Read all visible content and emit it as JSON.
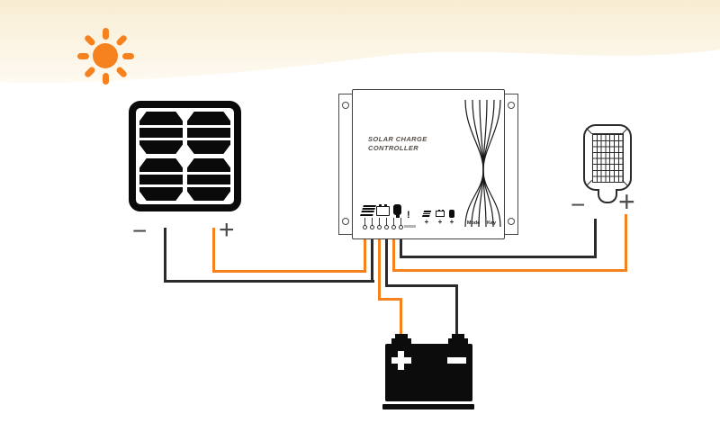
{
  "controller": {
    "title_line1": "SOLAR CHARGE",
    "title_line2": "CONTROLLER",
    "mode_label": "Mode",
    "key_label": "Key",
    "warning_symbol": "!",
    "port_plus": [
      "+",
      "+",
      "+"
    ]
  },
  "solar_panel": {
    "minus_symbol": "−",
    "plus_symbol": "+"
  },
  "street_light": {
    "minus_symbol": "−",
    "plus_symbol": "+"
  },
  "battery": {
    "plus_symbol": "+",
    "minus_symbol": "−"
  },
  "colors": {
    "orange": "#F5821F",
    "wire_dark": "#2B2B2E",
    "cream_top": "#F8EDD3",
    "cream_bottom": "#FEFAF1",
    "outline": "#3F3F3F"
  }
}
